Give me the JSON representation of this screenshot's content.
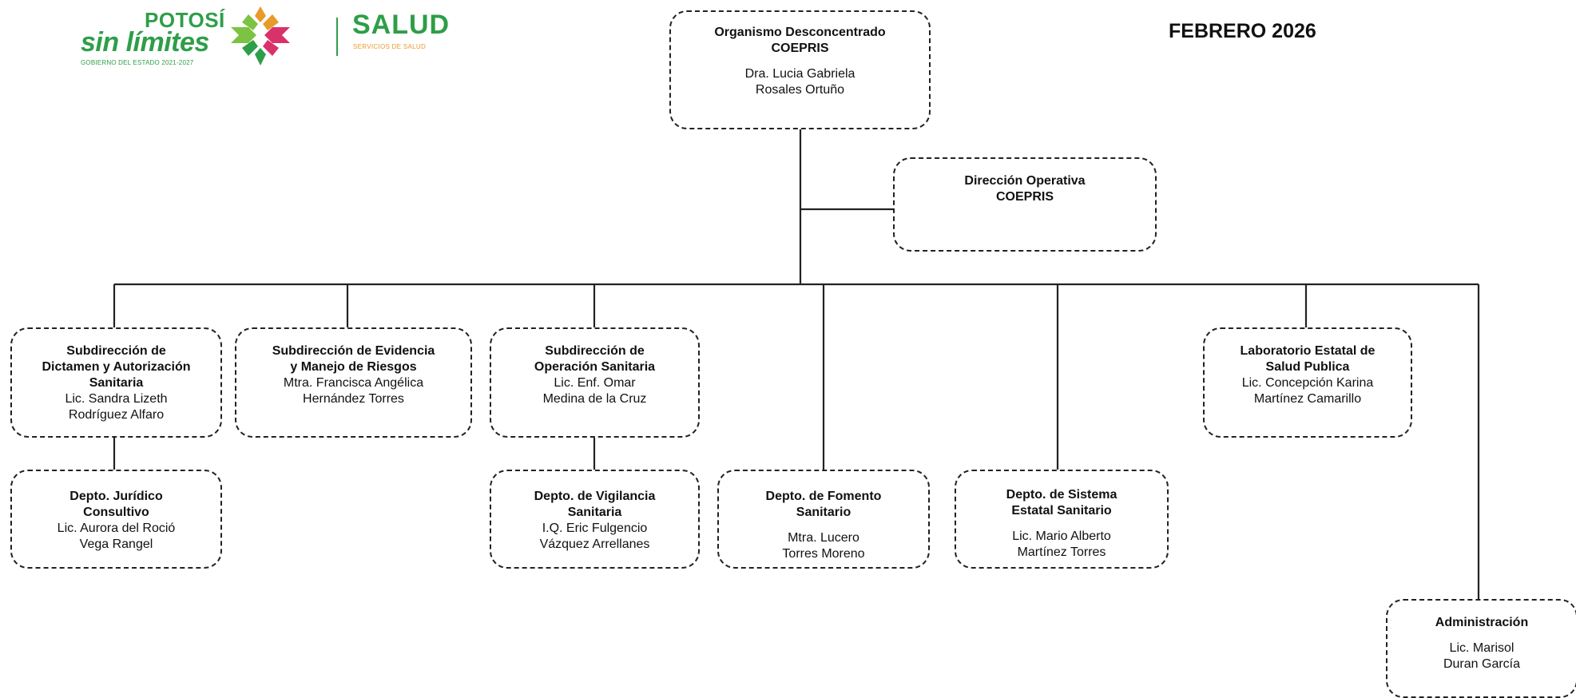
{
  "header": {
    "date": "FEBRERO 2026",
    "logo": {
      "brand_top": "POTOSÍ",
      "brand_main": "sin límites",
      "brand_sub": "GOBIERNO DEL ESTADO 2021-2027",
      "salud": "SALUD",
      "salud_sub": "SERVICIOS DE SALUD"
    }
  },
  "colors": {
    "logo_green": "#2e9e48",
    "logo_orange": "#e89a2a",
    "logo_pink": "#d9326a",
    "border": "#222222"
  },
  "org": {
    "root": {
      "title": [
        "Organismo Desconcentrado",
        "COEPRIS"
      ],
      "name": [
        "Dra. Lucia Gabriela",
        "Rosales Ortuño"
      ]
    },
    "operativa": {
      "title": [
        "Dirección Operativa",
        "COEPRIS"
      ],
      "name": []
    },
    "dictamen": {
      "title": [
        "Subdirección de",
        "Dictamen y Autorización",
        "Sanitaria"
      ],
      "name": [
        "Lic. Sandra Lizeth",
        "Rodríguez Alfaro"
      ]
    },
    "evidencia": {
      "title": [
        "Subdirección de Evidencia",
        "y Manejo de Riesgos"
      ],
      "name": [
        "Mtra. Francisca Angélica",
        "Hernández Torres"
      ]
    },
    "operacion": {
      "title": [
        "Subdirección de",
        "Operación Sanitaria"
      ],
      "name": [
        "Lic. Enf. Omar",
        "Medina de la Cruz"
      ]
    },
    "juridico": {
      "title": [
        "Depto. Jurídico",
        "Consultivo"
      ],
      "name": [
        "Lic. Aurora del Roció",
        "Vega Rangel"
      ]
    },
    "vigilancia": {
      "title": [
        "Depto. de Vigilancia",
        "Sanitaria"
      ],
      "name": [
        "I.Q. Eric Fulgencio",
        "Vázquez Arrellanes"
      ]
    },
    "fomento": {
      "title": [
        "Depto. de Fomento",
        "Sanitario"
      ],
      "name": [
        "Mtra. Lucero",
        "Torres Moreno"
      ]
    },
    "sistema": {
      "title": [
        "Depto. de Sistema",
        "Estatal Sanitario"
      ],
      "name": [
        "Lic. Mario Alberto",
        "Martínez Torres"
      ]
    },
    "laboratorio": {
      "title": [
        "Laboratorio Estatal de",
        "Salud Publica"
      ],
      "name": [
        "Lic. Concepción Karina",
        "Martínez Camarillo"
      ]
    },
    "administracion": {
      "title": [
        "Administración"
      ],
      "name": [
        "Lic. Marisol",
        "Duran García"
      ]
    }
  }
}
